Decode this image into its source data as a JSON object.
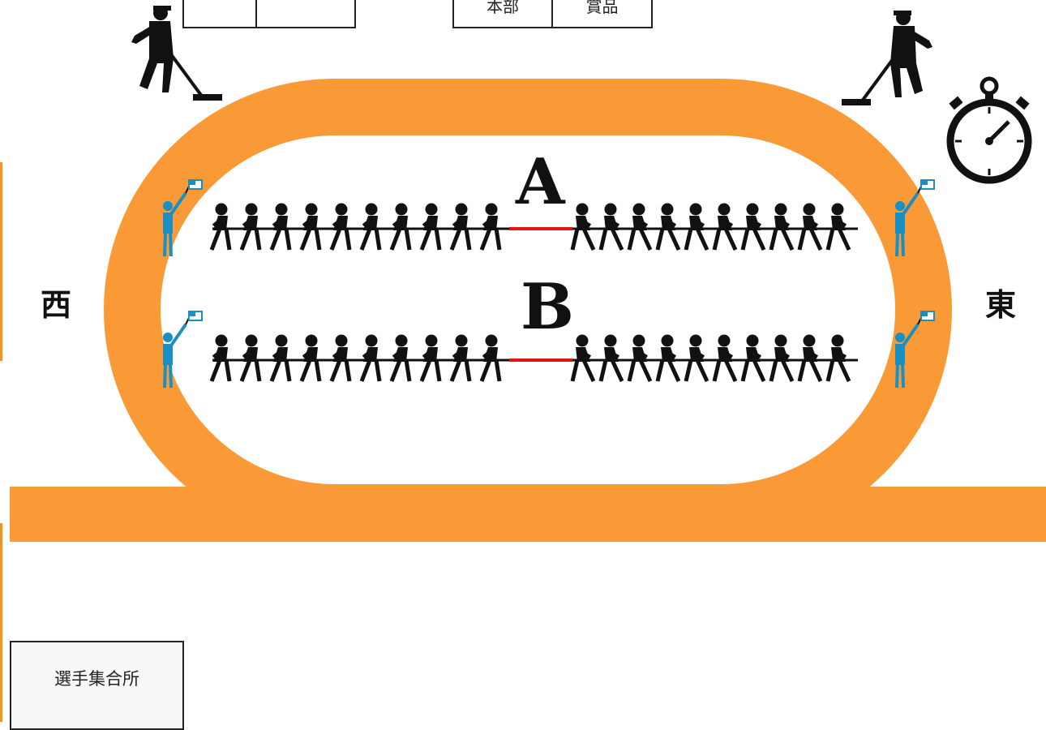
{
  "colors": {
    "track": "#f99a37",
    "rope_center": "#e31414",
    "flag_person": "#1a8fc4",
    "silhouette": "#111111"
  },
  "top_left_booth": {
    "cells": [
      "",
      ""
    ]
  },
  "top_center_booth": {
    "cells": [
      "本部",
      "賞品"
    ]
  },
  "directions": {
    "west": "西",
    "east": "東"
  },
  "lanes": [
    {
      "letter": "A"
    },
    {
      "letter": "B"
    }
  ],
  "assembly_area": {
    "label": "選手集合所"
  },
  "icons": [
    "sweeper-icon",
    "stopwatch-icon",
    "flag-person-icon",
    "tug-team-icon"
  ]
}
